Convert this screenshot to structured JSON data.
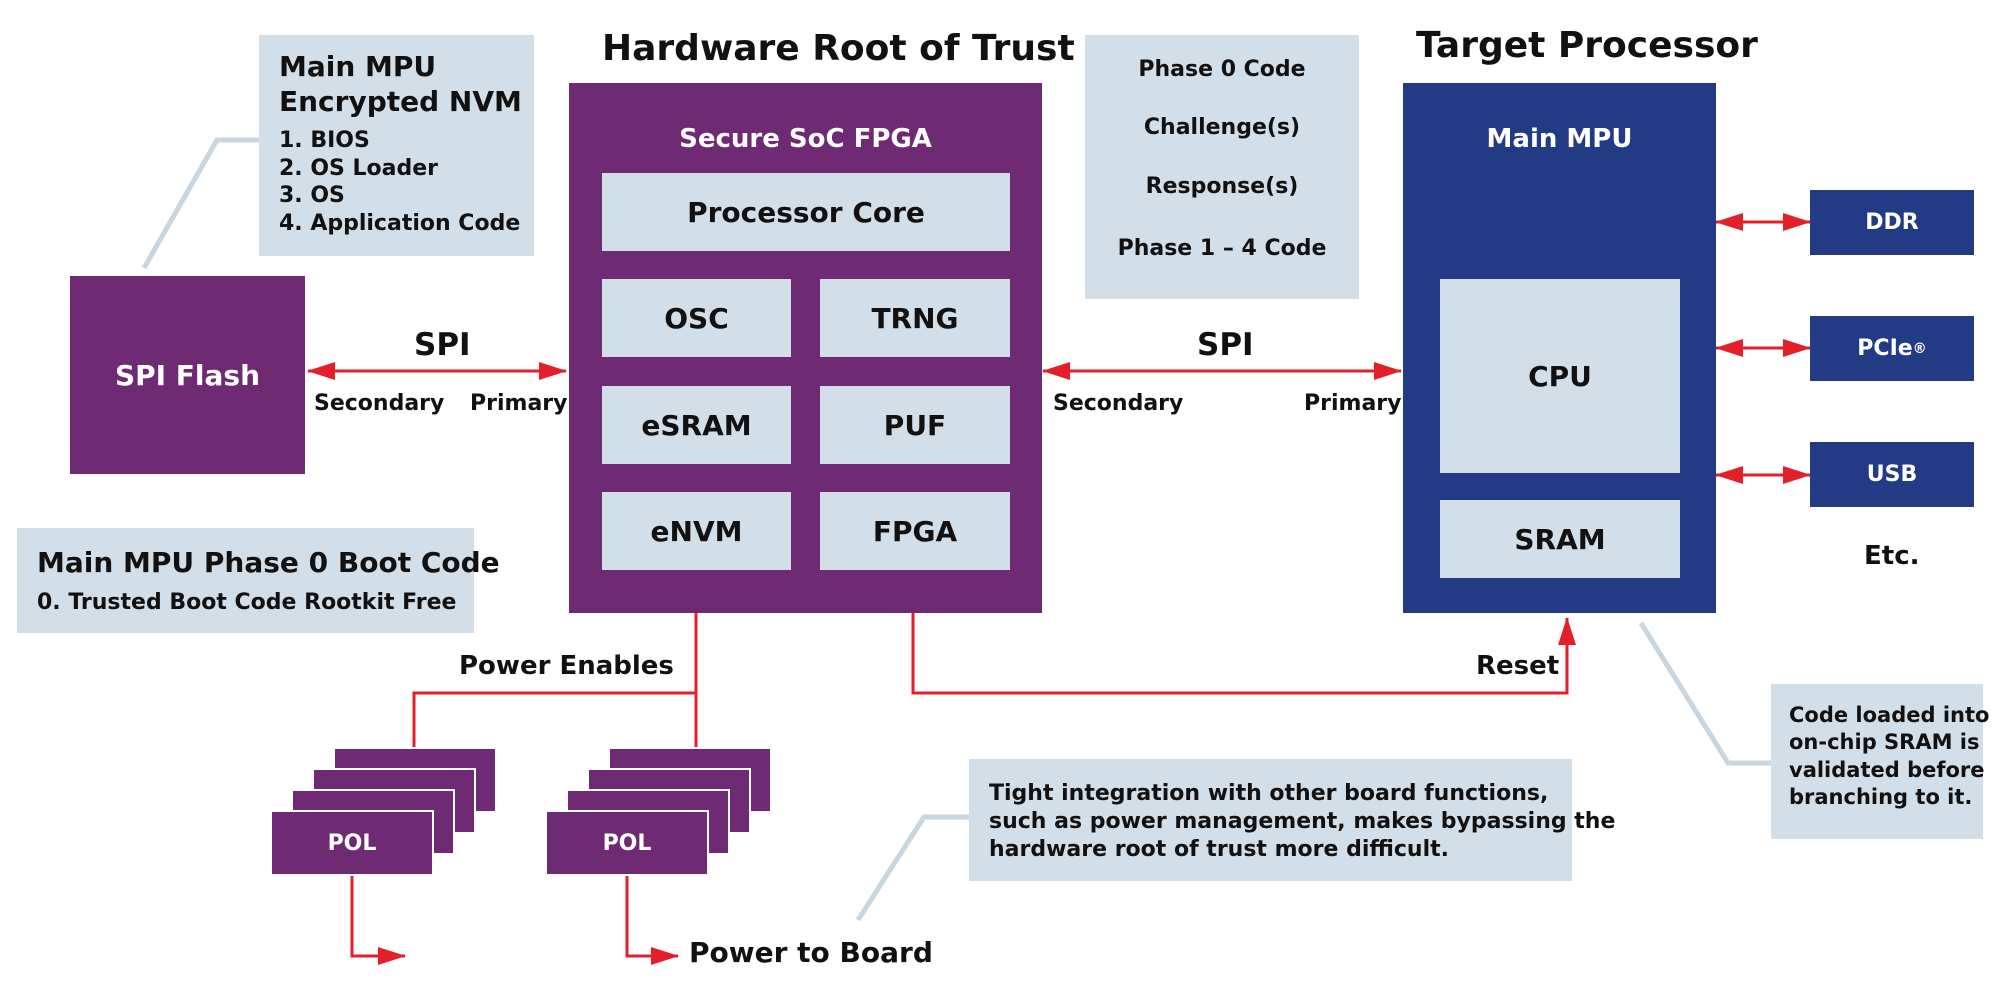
{
  "colors": {
    "purple": "#6e2a73",
    "navy": "#233b85",
    "light": "#d3dfe8",
    "red": "#e3202a",
    "callout_line": "#c7d6e1"
  },
  "titles": {
    "hrot": "Hardware Root of Trust",
    "target": "Target Processor"
  },
  "nvm": {
    "title_line1": "Main MPU",
    "title_line2": "Encrypted NVM",
    "items": [
      "1. BIOS",
      "2. OS Loader",
      "3. OS",
      "4. Application Code"
    ]
  },
  "spi_flash": "SPI Flash",
  "boot": {
    "title": "Main MPU Phase 0 Boot Code",
    "item": "0. Trusted Boot Code Rootkit Free"
  },
  "fpga": {
    "title": "Secure SoC FPGA",
    "processor_core": "Processor Core",
    "blocks": [
      "OSC",
      "TRNG",
      "eSRAM",
      "PUF",
      "eNVM",
      "FPGA"
    ]
  },
  "links": {
    "spi_left": "SPI",
    "spi_right": "SPI",
    "secondary": "Secondary",
    "primary": "Primary"
  },
  "phases": [
    "Phase 0 Code",
    "Challenge(s)",
    "Response(s)",
    "Phase 1 – 4 Code"
  ],
  "mpu": {
    "title": "Main MPU",
    "cpu": "CPU",
    "sram": "SRAM"
  },
  "peripherals": [
    "DDR",
    "PCIe",
    "USB"
  ],
  "pcie_mark": "®",
  "etc": "Etc.",
  "power_enables": "Power Enables",
  "reset": "Reset",
  "pol": "POL",
  "power_to_board": "Power to Board",
  "note_integration": [
    "Tight integration with other board functions,",
    "such as power management, makes bypassing the",
    "hardware root of trust more difficult."
  ],
  "note_sram": [
    "Code loaded into",
    "on-chip SRAM is",
    "validated before",
    "branching to it."
  ]
}
